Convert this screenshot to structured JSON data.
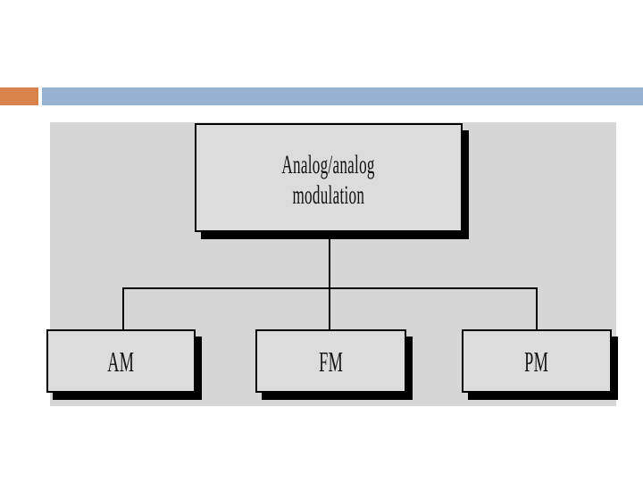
{
  "figure": {
    "root": {
      "label_line1": "Analog/analog",
      "label_line2": "modulation"
    },
    "children": [
      {
        "label": "AM"
      },
      {
        "label": "FM"
      },
      {
        "label": "PM"
      }
    ]
  },
  "colors": {
    "accent-orange": "#d9824a",
    "band-blue": "#96b4d2",
    "figure-bg": "#d6d6d6",
    "box-bg": "#dcdcdc",
    "line-black": "#000000",
    "text-black": "#111111"
  }
}
